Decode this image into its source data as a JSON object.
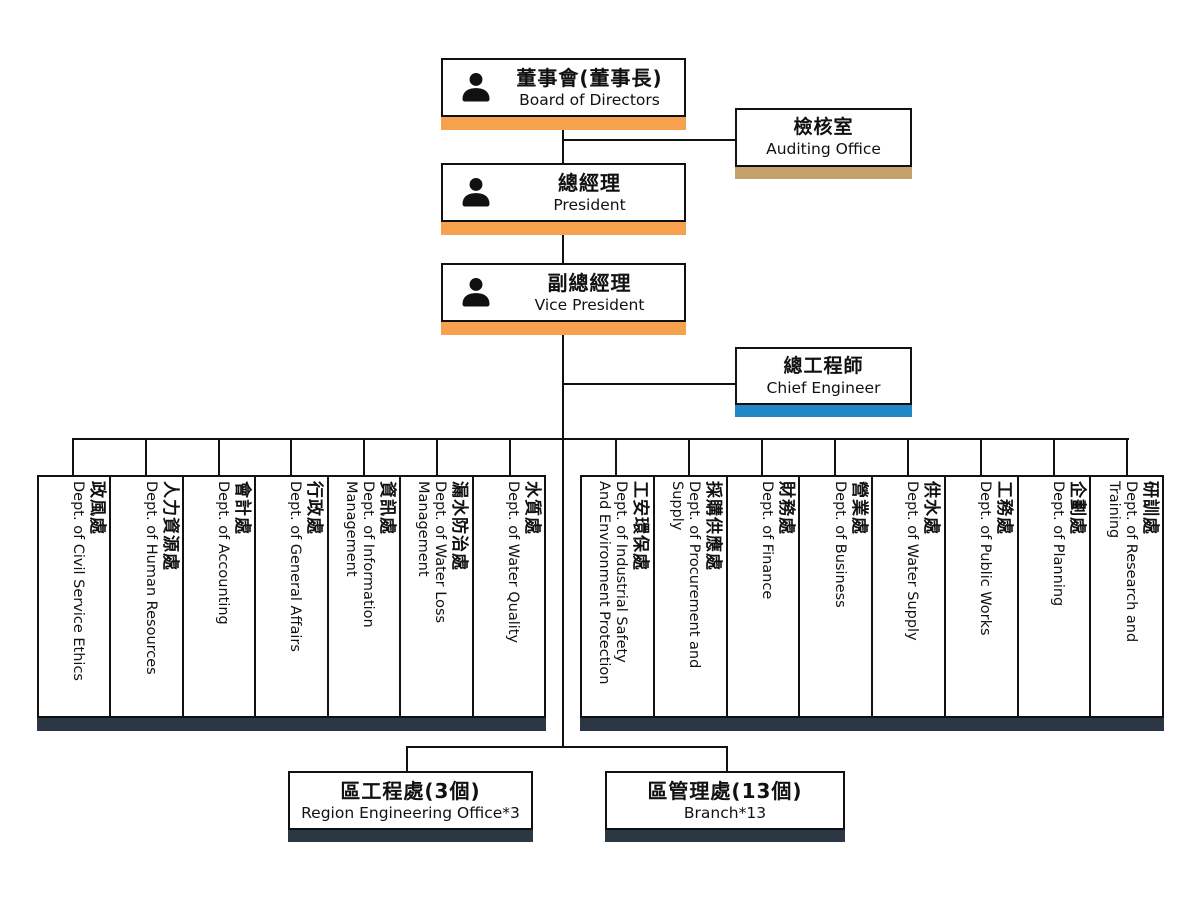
{
  "colors": {
    "accent_orange": "#F5A14D",
    "accent_tan": "#C3A26E",
    "accent_blue": "#2287C7",
    "accent_dark": "#2B3844",
    "line_black": "#111111"
  },
  "nodes": {
    "board": {
      "zh": "董事會(董事長)",
      "en": "Board of Directors",
      "icon": "person-icon"
    },
    "auditing": {
      "zh": "檢核室",
      "en": "Auditing Office"
    },
    "president": {
      "zh": "總經理",
      "en": "President",
      "icon": "person-icon"
    },
    "vice_president": {
      "zh": "副總經理",
      "en": "Vice President",
      "icon": "person-icon"
    },
    "chief_engineer": {
      "zh": "總工程師",
      "en": "Chief Engineer"
    },
    "region_office": {
      "zh": "區工程處(3個)",
      "en": "Region Engineering Office*3"
    },
    "branch": {
      "zh": "區管理處(13個)",
      "en": "Branch*13"
    }
  },
  "departments_left": [
    {
      "zh": "政風處",
      "en": "Dept. of Civil Service Ethics"
    },
    {
      "zh": "人力資源處",
      "en": "Dept. of Human Resources"
    },
    {
      "zh": "會計處",
      "en": "Dept. of Accounting"
    },
    {
      "zh": "行政處",
      "en": "Dept. of General Affairs"
    },
    {
      "zh": "資訊處",
      "en": "Dept. of Information\nManagement"
    },
    {
      "zh": "漏水防治處",
      "en": "Dept. of Water Loss\nManagement"
    },
    {
      "zh": "水質處",
      "en": "Dept. of Water Quality"
    }
  ],
  "departments_right": [
    {
      "zh": "工安環保處",
      "en": "Dept. of Industrial Safety\nAnd Environment Protection"
    },
    {
      "zh": "採購供應處",
      "en": "Dept. of Procurement and\nSupply"
    },
    {
      "zh": "財務處",
      "en": "Dept. of Finance"
    },
    {
      "zh": "營業處",
      "en": "Dept. of Business"
    },
    {
      "zh": "供水處",
      "en": "Dept. of Water Supply"
    },
    {
      "zh": "工務處",
      "en": "Dept. of Public Works"
    },
    {
      "zh": "企劃處",
      "en": "Dept. of Planning"
    },
    {
      "zh": "研訓處",
      "en": "Dept. of Research and\nTraining"
    }
  ]
}
